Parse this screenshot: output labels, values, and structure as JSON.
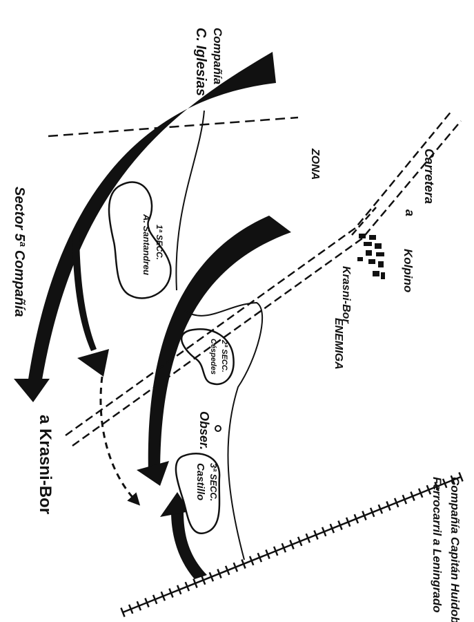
{
  "labels": {
    "compania_iglesias_line1": "Compañía",
    "compania_iglesias_line2": "C. Iglesias",
    "zona": "ZONA",
    "carretera": "Carretera",
    "carretera_a": "a",
    "kolpino": "Kolpino",
    "krasni_bor_road": "Krasni-Bor",
    "enemiga": "ENEMIGA",
    "sector_5": "Sector 5ª Compañía",
    "a_krasni_bor": "a Krasni-Bor",
    "obser": "Obser.",
    "ferrocarril_line1": "Ferrocarril a Leningrado",
    "compania_huidobro": "Compañía Capitán Huidobro"
  },
  "sections": {
    "s1_line1": "1ª SECC.",
    "s1_line2": "A. Santandreu",
    "s2_line1": "2ª SECC.",
    "s2_line2": "Céspedes",
    "s3_line1": "3ª SECC.",
    "s3_line2": "Castillo"
  },
  "colors": {
    "ink": "#111111",
    "paper": "#ffffff"
  }
}
